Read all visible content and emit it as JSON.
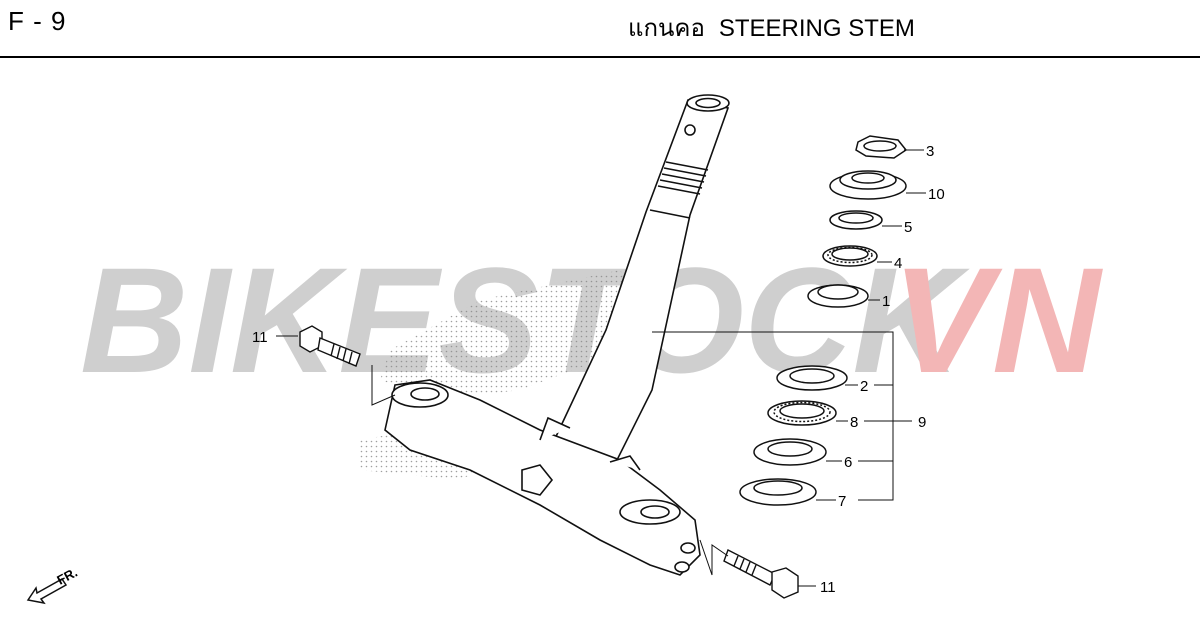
{
  "header": {
    "page_code": "F - 9",
    "title_thai": "แกนคอ",
    "title_english": "STEERING STEM"
  },
  "watermark": {
    "text_main": "BIKESTOCK",
    "text_accent": "VN",
    "color_main": "#cfcfcf",
    "color_accent": "#f3b6b6"
  },
  "direction_marker": {
    "label": "FR.",
    "icon": "arrow-down-left-icon"
  },
  "callouts": {
    "c3": "3",
    "c10": "10",
    "c5": "5",
    "c4": "4",
    "c1": "1",
    "c2": "2",
    "c8": "8",
    "c9": "9",
    "c6": "6",
    "c7": "7",
    "c11_left": "11",
    "c11_right": "11"
  }
}
